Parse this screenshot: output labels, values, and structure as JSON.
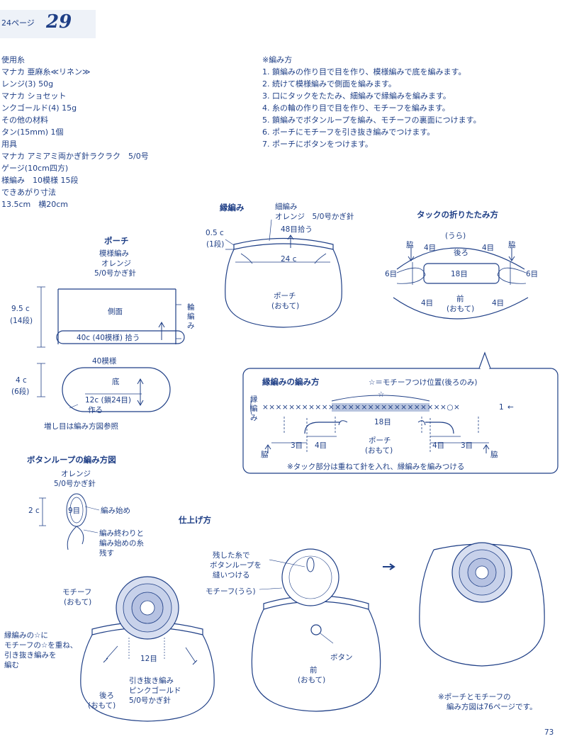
{
  "header": {
    "page_ref": "24ページ",
    "number": "29"
  },
  "materials": {
    "lines": [
      "使用糸",
      "マナカ 亜麻糸≪リネン≫",
      "レンジ(3) 50g",
      "マナカ ショセット",
      "ンクゴールド(4) 15g",
      "その他の材料",
      "タン(15mm) 1個",
      "用具",
      "マナカ アミアミ両かぎ針ラクラク　5/0号",
      "ゲージ(10cm四方)",
      "様編み　10模様 15段",
      "できあがり寸法",
      "13.5cm　横20cm"
    ]
  },
  "instructions": {
    "title": "※編み方",
    "steps": [
      "1. 鎖編みの作り目で目を作り、模様編みで底を編みます。",
      "2. 続けて模様編みで側面を編みます。",
      "3. 口にタックをたたみ、細編みで縁編みを編みます。",
      "4. 糸の輪の作り目で目を作り、モチーフを編みます。",
      "5. 鎖編みでボタンループを編み、モチーフの裏面につけます。",
      "6. ポーチにモチーフを引き抜き編みでつけます。",
      "7. ポーチにボタンをつけます。"
    ]
  },
  "pouch": {
    "title": "ポーチ",
    "yarn1": "模様編み",
    "yarn2": "オレンジ",
    "yarn3": "5/0号かぎ針",
    "side_label": "側面",
    "side_height": "9.5 c",
    "side_rows": "(14段)",
    "ring_label": "輪編み",
    "pickup": "40c (40模様) 拾う",
    "bottom_pattern": "40模様",
    "bottom_label": "底",
    "bottom_chain": "12c (鎖24目)",
    "bottom_make": "作る",
    "bottom_height": "4 c",
    "bottom_rows": "(6段)",
    "increase_note": "増し目は編み方図参照"
  },
  "edging": {
    "title": "縁編み",
    "yarn1": "細編み",
    "yarn2": "オレンジ　5/0号かぎ針",
    "pick48": "48目拾う",
    "top_h": "0.5 c",
    "top_rows": "(1段)",
    "width": "24 c",
    "pouch_label": "ポーチ",
    "face": "(おもて)"
  },
  "tuck": {
    "title": "タックの折りたたみ方",
    "ura": "(うら)",
    "side_l": "脇",
    "side_r": "脇",
    "back": "後ろ",
    "s4a": "4目",
    "s4b": "4目",
    "s4c": "4目",
    "s4d": "4目",
    "s6a": "6目",
    "s6b": "6目",
    "s18": "18目",
    "front": "前",
    "face": "(おもて)"
  },
  "edge_chart": {
    "title": "縁編みの編み方",
    "legend": "☆＝モチーフつけ位置(後ろのみ)",
    "row_label": "縁編み",
    "star": "☆",
    "row_num": "1",
    "s18": "18目",
    "s3a": "3目",
    "s4a": "4目",
    "s4b": "4目",
    "s3b": "3目",
    "side_l": "脇",
    "side_r": "脇",
    "pouch": "ポーチ",
    "face": "(おもて)",
    "note": "※タック部分は重ねて針を入れ、縁編みを編みつける"
  },
  "button_loop": {
    "title": "ボタンループの編み方図",
    "yarn1": "オレンジ",
    "yarn2": "5/0号かぎ針",
    "len": "2 c",
    "chains": "9目",
    "start": "編み始め",
    "end1": "編み終わりと",
    "end2": "編み始めの糸",
    "end3": "残す"
  },
  "finishing": {
    "title": "仕上げ方",
    "motif": "モチーフ",
    "motif_face": "(おもて)",
    "edge_note": [
      "縁編みの☆に",
      "モチーフの☆を重ね、",
      "引き抜き編みを",
      "編む"
    ],
    "n12": "12目",
    "slip1": "引き抜き編み",
    "slip2": "ピンクゴールド",
    "slip3": "5/0号かぎ針",
    "back": "後ろ",
    "back_face": "(おもて)",
    "sew1": "残した糸で",
    "sew2": "ボタンループを",
    "sew3": "縫いつける",
    "motif_back": "モチーフ(うら)",
    "button": "ボタン",
    "front": "前",
    "front_face": "(おもて)",
    "note1": "※ポーチとモチーフの",
    "note2": "編み方図は76ページです。"
  },
  "page_number": "73"
}
